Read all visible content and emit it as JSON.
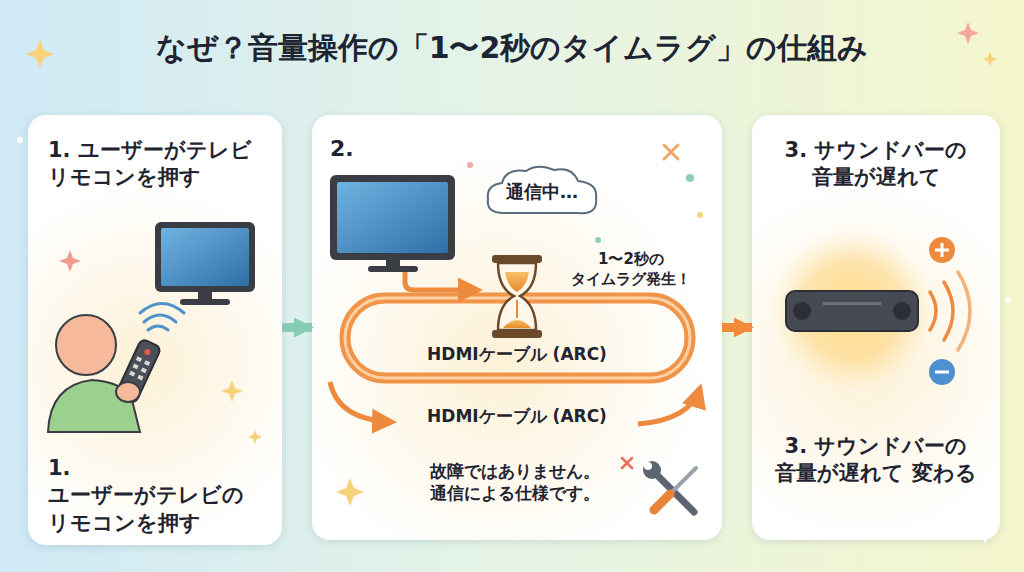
{
  "diagram": {
    "title": "なぜ？音量操作の「1〜2秒のタイムラグ」の仕組み",
    "nodes": [
      {
        "text": [
          "1. ユーザーがテレビ リモコンを押す",
          "1. ユーザーがテレビの リモコンを押す"
        ]
      },
      {
        "text": [
          "2.",
          "1〜2秒の タイムラグ発生！",
          "HDMIケーブル (ARC)",
          "HDMIケーブル (ARC)",
          "故障ではありません。 通信による仕様です。"
        ]
      },
      {
        "text": [
          "通信中…"
        ],
        "in": 1
      },
      {
        "text": [
          "3. サウンドバーの 音量が遅れて",
          "3. サウンドバーの 音量が遅れて 変わる"
        ]
      }
    ],
    "edges": [
      {
        "from": 0,
        "to": 1,
        "arrow": "to"
      },
      {
        "from": 1,
        "to": 3,
        "arrow": "to"
      }
    ]
  }
}
